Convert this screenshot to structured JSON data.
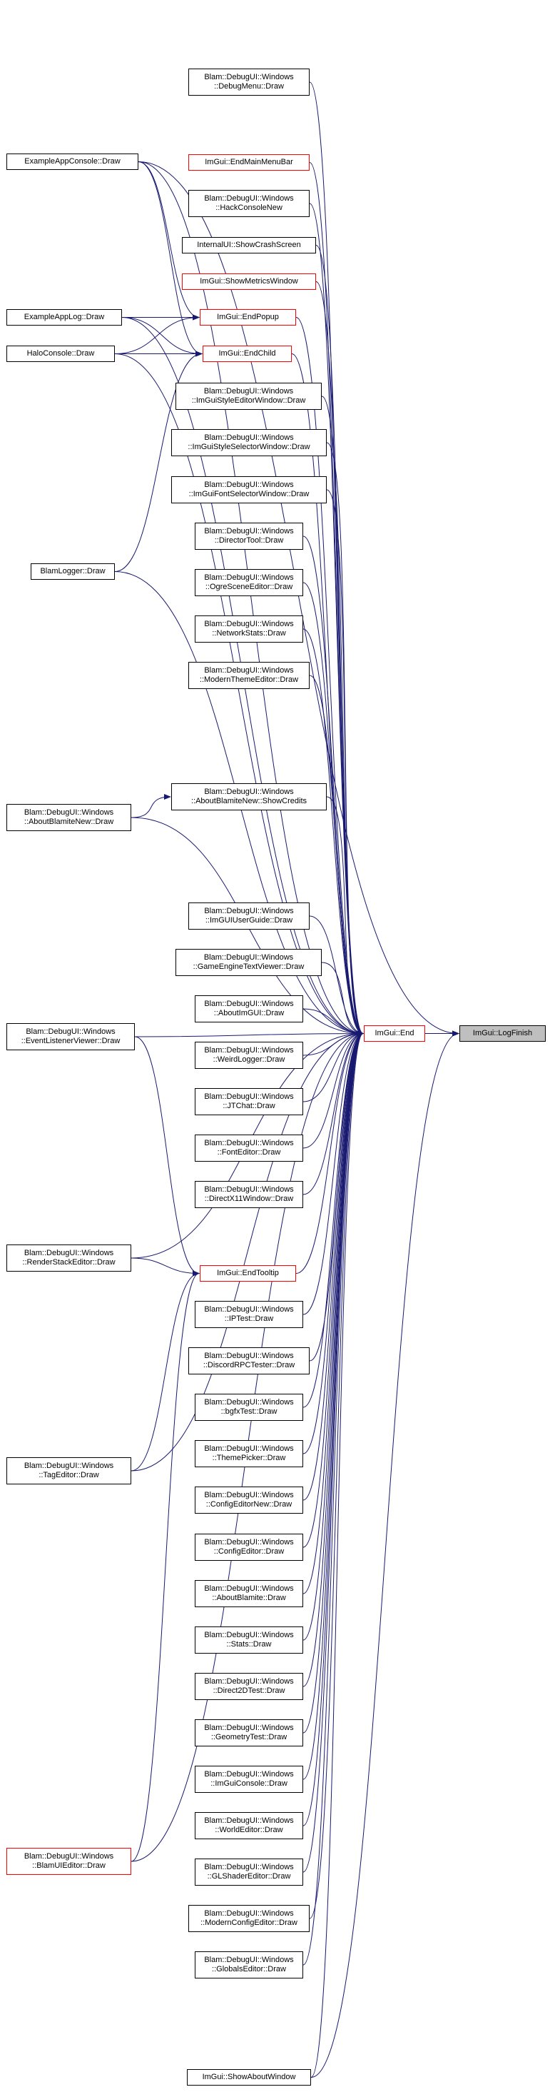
{
  "diagram": {
    "accent_colors": {
      "edge": "#191970",
      "highlight_border": "#ff0000",
      "current_fill": "#bfbfbf"
    },
    "nodes": {
      "logfinish": [
        "ImGui::LogFinish"
      ],
      "end": [
        "ImGui::End"
      ],
      "endpopup": [
        "ImGui::EndPopup"
      ],
      "endchild": [
        "ImGui::EndChild"
      ],
      "endtooltip": [
        "ImGui::EndTooltip"
      ],
      "endmainmenubar": [
        "ImGui::EndMainMenuBar"
      ],
      "debugmenu": [
        "Blam::DebugUI::Windows",
        "::DebugMenu::Draw"
      ],
      "hackconsole": [
        "Blam::DebugUI::Windows",
        "::HackConsoleNew"
      ],
      "showcrash": [
        "InternalUI::ShowCrashScreen"
      ],
      "showmetrics": [
        "ImGui::ShowMetricsWindow"
      ],
      "example_console": [
        "ExampleAppConsole::Draw"
      ],
      "example_log": [
        "ExampleAppLog::Draw"
      ],
      "halo_console": [
        "HaloConsole::Draw"
      ],
      "blamlogger": [
        "BlamLogger::Draw"
      ],
      "styleeditor": [
        "Blam::DebugUI::Windows",
        "::ImGuiStyleEditorWindow::Draw"
      ],
      "styleselector": [
        "Blam::DebugUI::Windows",
        "::ImGuiStyleSelectorWindow::Draw"
      ],
      "fontselector": [
        "Blam::DebugUI::Windows",
        "::ImGuiFontSelectorWindow::Draw"
      ],
      "directortool": [
        "Blam::DebugUI::Windows",
        "::DirectorTool::Draw"
      ],
      "ogrescene": [
        "Blam::DebugUI::Windows",
        "::OgreSceneEditor::Draw"
      ],
      "networkstats": [
        "Blam::DebugUI::Windows",
        "::NetworkStats::Draw"
      ],
      "moderntheme": [
        "Blam::DebugUI::Windows",
        "::ModernThemeEditor::Draw"
      ],
      "showcredits": [
        "Blam::DebugUI::Windows",
        "::AboutBlamiteNew::ShowCredits"
      ],
      "aboutblamitenew": [
        "Blam::DebugUI::Windows",
        "::AboutBlamiteNew::Draw"
      ],
      "userguide": [
        "Blam::DebugUI::Windows",
        "::ImGUIUserGuide::Draw"
      ],
      "gameenginetext": [
        "Blam::DebugUI::Windows",
        "::GameEngineTextViewer::Draw"
      ],
      "aboutimgui": [
        "Blam::DebugUI::Windows",
        "::AboutImGUI::Draw"
      ],
      "weirdlogger": [
        "Blam::DebugUI::Windows",
        "::WeirdLogger::Draw"
      ],
      "eventlistener": [
        "Blam::DebugUI::Windows",
        "::EventListenerViewer::Draw"
      ],
      "jtchat": [
        "Blam::DebugUI::Windows",
        "::JTChat::Draw"
      ],
      "fonteditor": [
        "Blam::DebugUI::Windows",
        "::FontEditor::Draw"
      ],
      "directx11": [
        "Blam::DebugUI::Windows",
        "::DirectX11Window::Draw"
      ],
      "renderstack": [
        "Blam::DebugUI::Windows",
        "::RenderStackEditor::Draw"
      ],
      "iptest": [
        "Blam::DebugUI::Windows",
        "::IPTest::Draw"
      ],
      "discordrpc": [
        "Blam::DebugUI::Windows",
        "::DiscordRPCTester::Draw"
      ],
      "bgfxtest": [
        "Blam::DebugUI::Windows",
        "::bgfxTest::Draw"
      ],
      "tageditor": [
        "Blam::DebugUI::Windows",
        "::TagEditor::Draw"
      ],
      "themepicker": [
        "Blam::DebugUI::Windows",
        "::ThemePicker::Draw"
      ],
      "configeditornew": [
        "Blam::DebugUI::Windows",
        "::ConfigEditorNew::Draw"
      ],
      "configeditor": [
        "Blam::DebugUI::Windows",
        "::ConfigEditor::Draw"
      ],
      "aboutblamite": [
        "Blam::DebugUI::Windows",
        "::AboutBlamite::Draw"
      ],
      "stats": [
        "Blam::DebugUI::Windows",
        "::Stats::Draw"
      ],
      "direct2d": [
        "Blam::DebugUI::Windows",
        "::Direct2DTest::Draw"
      ],
      "geometrytest": [
        "Blam::DebugUI::Windows",
        "::GeometryTest::Draw"
      ],
      "imguiconsole": [
        "Blam::DebugUI::Windows",
        "::ImGuiConsole::Draw"
      ],
      "blamuieditor": [
        "Blam::DebugUI::Windows",
        "::BlamUIEditor::Draw"
      ],
      "worldeditor": [
        "Blam::DebugUI::Windows",
        "::WorldEditor::Draw"
      ],
      "glshader": [
        "Blam::DebugUI::Windows",
        "::GLShaderEditor::Draw"
      ],
      "modernconfig": [
        "Blam::DebugUI::Windows",
        "::ModernConfigEditor::Draw"
      ],
      "globalseditor": [
        "Blam::DebugUI::Windows",
        "::GlobalsEditor::Draw"
      ],
      "showabout": [
        "ImGui::ShowAboutWindow"
      ]
    },
    "edges": [
      [
        "end",
        "logfinish"
      ],
      [
        "showabout",
        "logfinish"
      ],
      [
        "example_console",
        "logfinish"
      ],
      [
        "debugmenu",
        "end"
      ],
      [
        "example_console",
        "end"
      ],
      [
        "endmainmenubar",
        "end"
      ],
      [
        "hackconsole",
        "end"
      ],
      [
        "showcrash",
        "end"
      ],
      [
        "showmetrics",
        "end"
      ],
      [
        "endpopup",
        "end"
      ],
      [
        "endchild",
        "end"
      ],
      [
        "example_log",
        "end"
      ],
      [
        "halo_console",
        "end"
      ],
      [
        "styleeditor",
        "end"
      ],
      [
        "styleselector",
        "end"
      ],
      [
        "fontselector",
        "end"
      ],
      [
        "blamlogger",
        "end"
      ],
      [
        "directortool",
        "end"
      ],
      [
        "ogrescene",
        "end"
      ],
      [
        "networkstats",
        "end"
      ],
      [
        "moderntheme",
        "end"
      ],
      [
        "showcredits",
        "end"
      ],
      [
        "aboutblamitenew",
        "end"
      ],
      [
        "userguide",
        "end"
      ],
      [
        "gameenginetext",
        "end"
      ],
      [
        "aboutimgui",
        "end"
      ],
      [
        "weirdlogger",
        "end"
      ],
      [
        "eventlistener",
        "end"
      ],
      [
        "jtchat",
        "end"
      ],
      [
        "fonteditor",
        "end"
      ],
      [
        "directx11",
        "end"
      ],
      [
        "renderstack",
        "end"
      ],
      [
        "endtooltip",
        "end"
      ],
      [
        "iptest",
        "end"
      ],
      [
        "discordrpc",
        "end"
      ],
      [
        "bgfxtest",
        "end"
      ],
      [
        "tageditor",
        "end"
      ],
      [
        "themepicker",
        "end"
      ],
      [
        "configeditornew",
        "end"
      ],
      [
        "configeditor",
        "end"
      ],
      [
        "aboutblamite",
        "end"
      ],
      [
        "stats",
        "end"
      ],
      [
        "direct2d",
        "end"
      ],
      [
        "geometrytest",
        "end"
      ],
      [
        "imguiconsole",
        "end"
      ],
      [
        "blamuieditor",
        "end"
      ],
      [
        "worldeditor",
        "end"
      ],
      [
        "glshader",
        "end"
      ],
      [
        "modernconfig",
        "end"
      ],
      [
        "globalseditor",
        "end"
      ],
      [
        "showabout",
        "end"
      ],
      [
        "example_console",
        "endpopup"
      ],
      [
        "example_log",
        "endpopup"
      ],
      [
        "halo_console",
        "endpopup"
      ],
      [
        "example_console",
        "endchild"
      ],
      [
        "example_log",
        "endchild"
      ],
      [
        "halo_console",
        "endchild"
      ],
      [
        "blamlogger",
        "endchild"
      ],
      [
        "aboutblamitenew",
        "showcredits"
      ],
      [
        "eventlistener",
        "endtooltip"
      ],
      [
        "renderstack",
        "endtooltip"
      ],
      [
        "tageditor",
        "endtooltip"
      ],
      [
        "blamuieditor",
        "endtooltip"
      ]
    ]
  }
}
